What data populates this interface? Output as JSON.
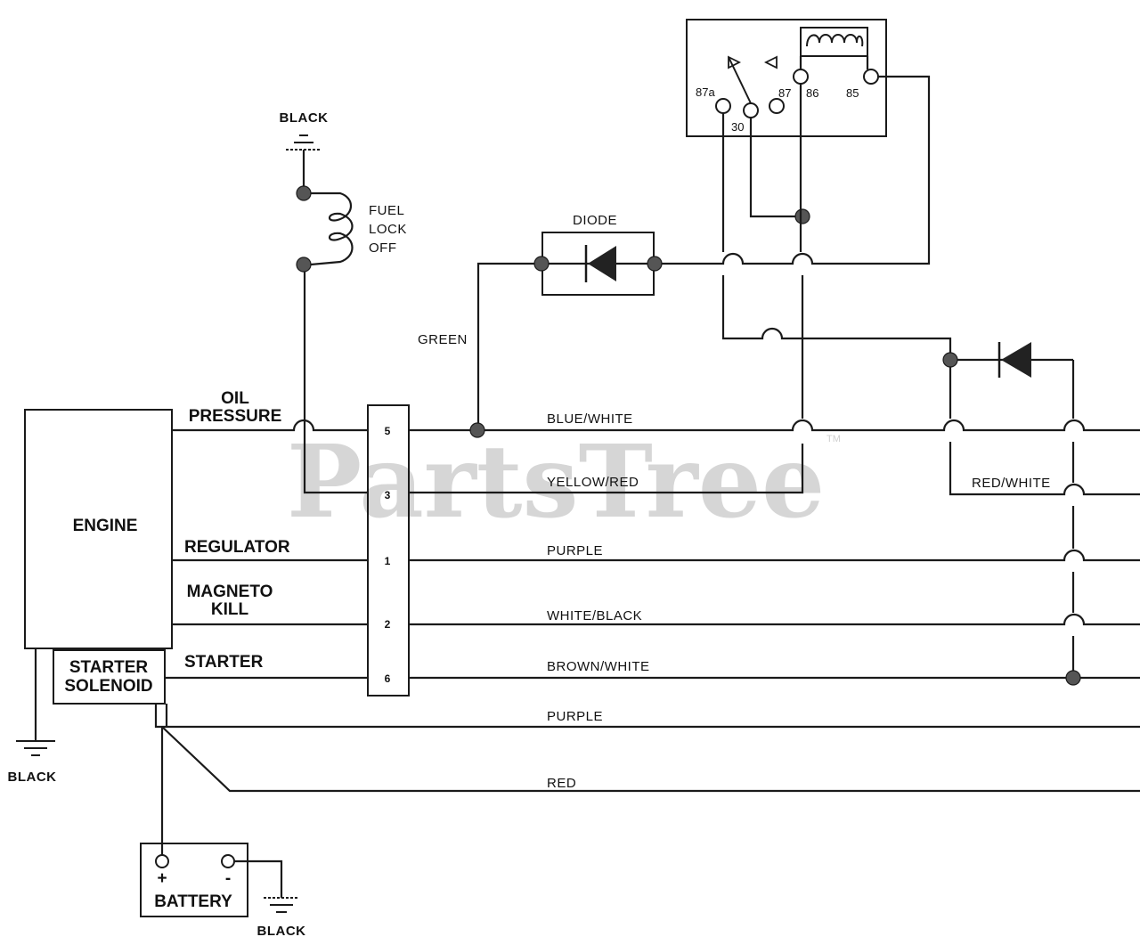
{
  "watermark": {
    "text": "PartsTree",
    "tm": "TM"
  },
  "components": {
    "engine": "ENGINE",
    "starter_solenoid": [
      "STARTER",
      "SOLENOID"
    ],
    "battery": "BATTERY",
    "battery_plus": "+",
    "battery_minus": "-",
    "diode": "DIODE",
    "fuel_lock": [
      "FUEL",
      "LOCK",
      "OFF"
    ]
  },
  "grounds": {
    "top": "BLACK",
    "engine": "BLACK",
    "battery": "BLACK"
  },
  "engine_terminals": {
    "oil_pressure": [
      "OIL",
      "PRESSURE"
    ],
    "regulator": "REGULATOR",
    "magneto_kill": [
      "MAGNETO",
      "KILL"
    ],
    "starter": "STARTER"
  },
  "connector_pins": [
    "5",
    "3",
    "1",
    "2",
    "6"
  ],
  "wires": {
    "green": "GREEN",
    "blue_white": "BLUE/WHITE",
    "yellow_red": "YELLOW/RED",
    "purple_top": "PURPLE",
    "white_black": "WHITE/BLACK",
    "brown_white": "BROWN/WHITE",
    "purple_bottom": "PURPLE",
    "red": "RED",
    "red_white": "RED/WHITE"
  },
  "relay_pins": {
    "p87a": "87a",
    "p30": "30",
    "p87": "87",
    "p86": "86",
    "p85": "85"
  }
}
